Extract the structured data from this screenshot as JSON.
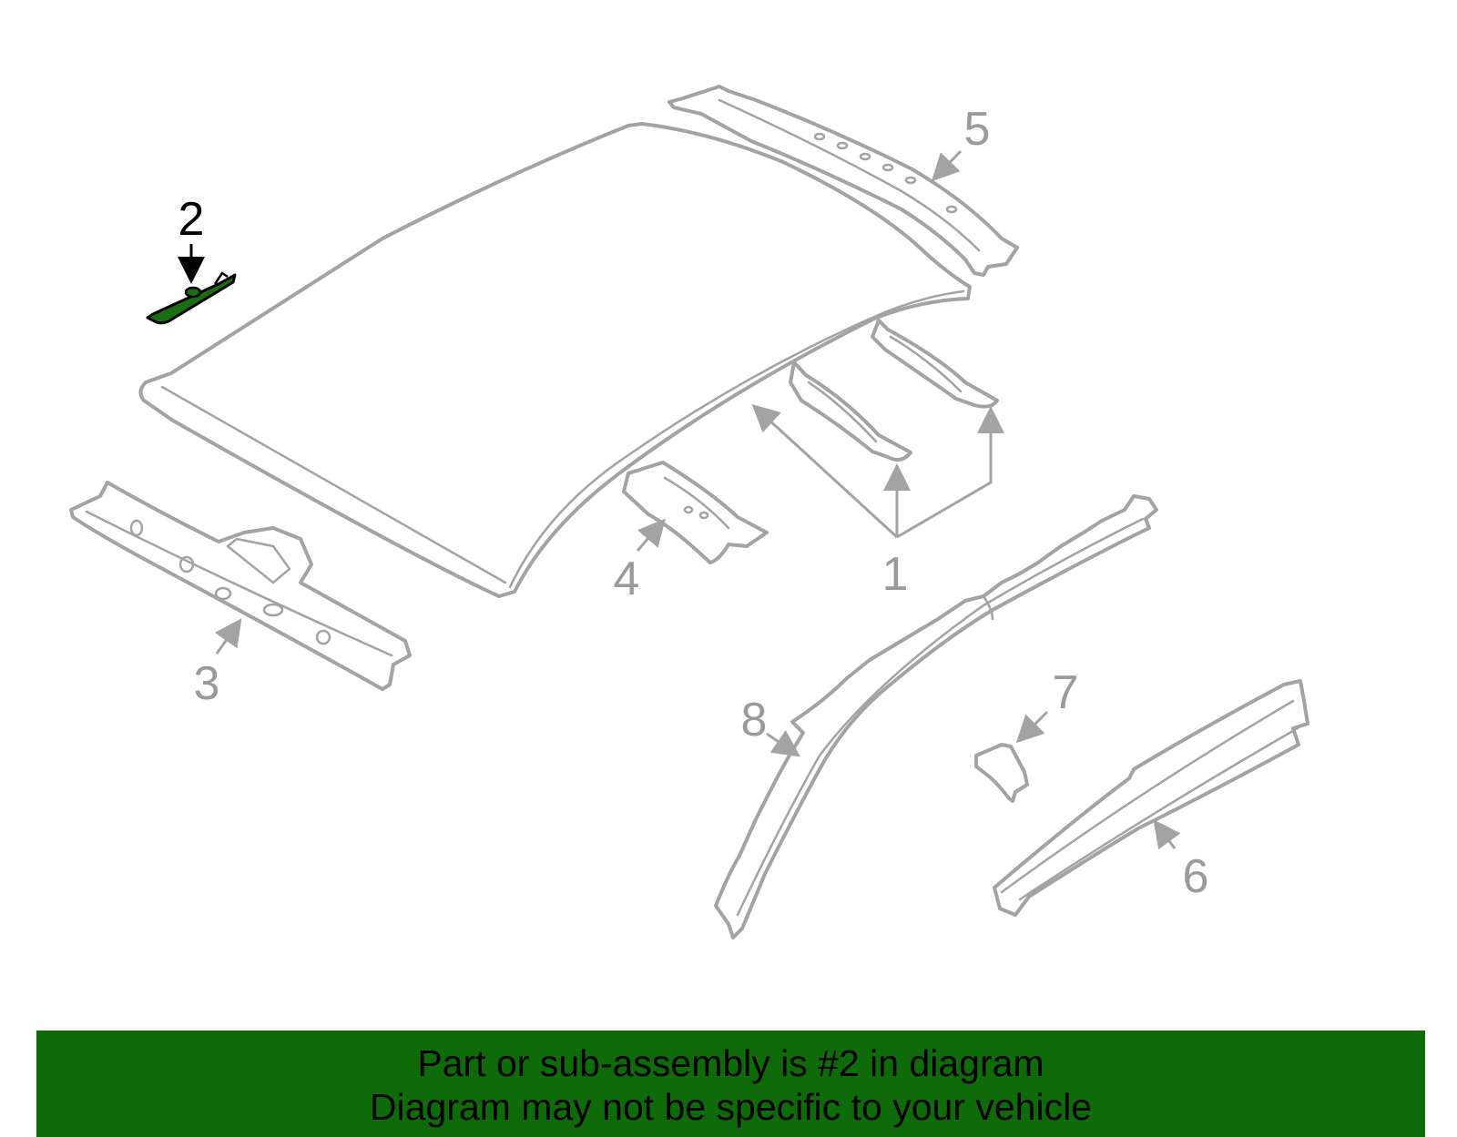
{
  "callouts": {
    "c1": "1",
    "c2": "2",
    "c3": "3",
    "c4": "4",
    "c5": "5",
    "c6": "6",
    "c7": "7",
    "c8": "8"
  },
  "highlight": {
    "part_number": "2",
    "fill_color": "#1a6e0f",
    "outline_color": "#000000"
  },
  "colors": {
    "line_art": "#a3a3a3",
    "banner_background": "#0f6a0a"
  },
  "banner": {
    "line1": "Part or sub-assembly is #2 in diagram",
    "line2": "Diagram may not be specific to your vehicle"
  }
}
